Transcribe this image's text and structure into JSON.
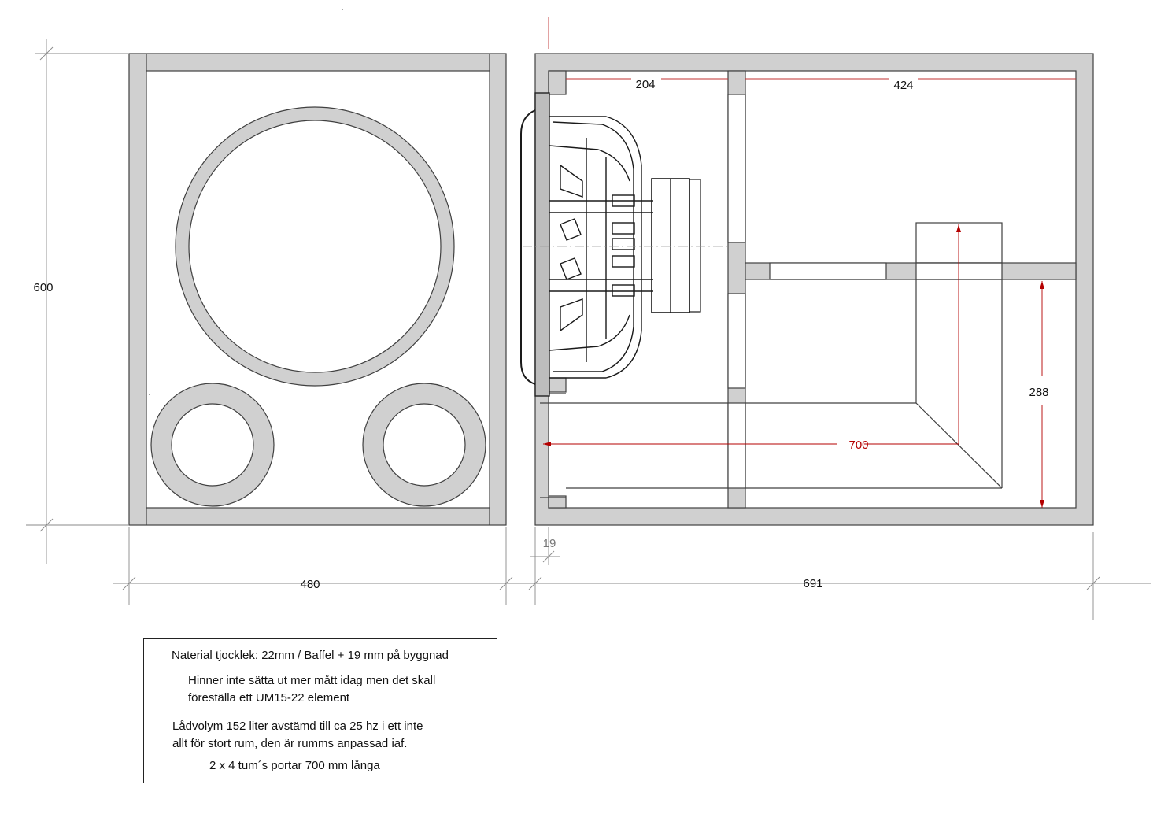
{
  "colors": {
    "panel_fill": "#d0d0d0",
    "outline": "#404040",
    "dimension_line": "#8a8a8a",
    "port_dimension": "#b40000"
  },
  "dimensions": {
    "height": "600",
    "front_width": "480",
    "side_depth": "691",
    "chamber_front": "204",
    "chamber_rear": "424",
    "port_length": "700",
    "port_height": "288",
    "baffle_extra": "19"
  },
  "notes": {
    "line1": "Naterial tjocklek:  22mm  / Baffel + 19 mm på byggnad",
    "line2": "Hinner inte sätta ut mer mått idag men det skall",
    "line3": "föreställa ett UM15-22 element",
    "line4": "Lådvolym 152 liter avstämd till ca 25 hz i ett inte",
    "line5": "allt för stort rum, den är rumms anpassad iaf.",
    "line6": "2 x 4 tum´s portar 700 mm långa"
  }
}
